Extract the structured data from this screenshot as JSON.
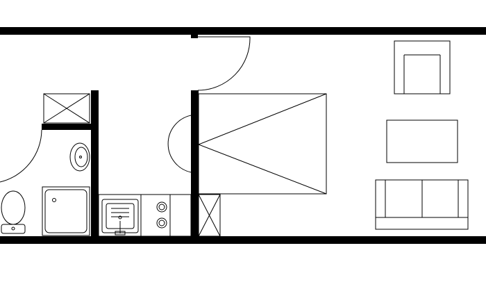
{
  "floorplan": {
    "colors": {
      "wall": "#000000",
      "line": "#000000",
      "background": "#ffffff"
    },
    "rooms": [
      "bathroom",
      "hallway-kitchen",
      "living-sleeping-room"
    ],
    "fixtures": {
      "bathroom": [
        "toilet",
        "shower-tray",
        "washbasin",
        "cabinet-x"
      ],
      "kitchen": [
        "sink-unit",
        "two-burner-hob"
      ],
      "living": [
        "bed",
        "armchair",
        "coffee-table",
        "sofa",
        "wardrobe-x"
      ]
    },
    "doors": [
      "entrance-door",
      "bathroom-door",
      "room-door"
    ]
  }
}
